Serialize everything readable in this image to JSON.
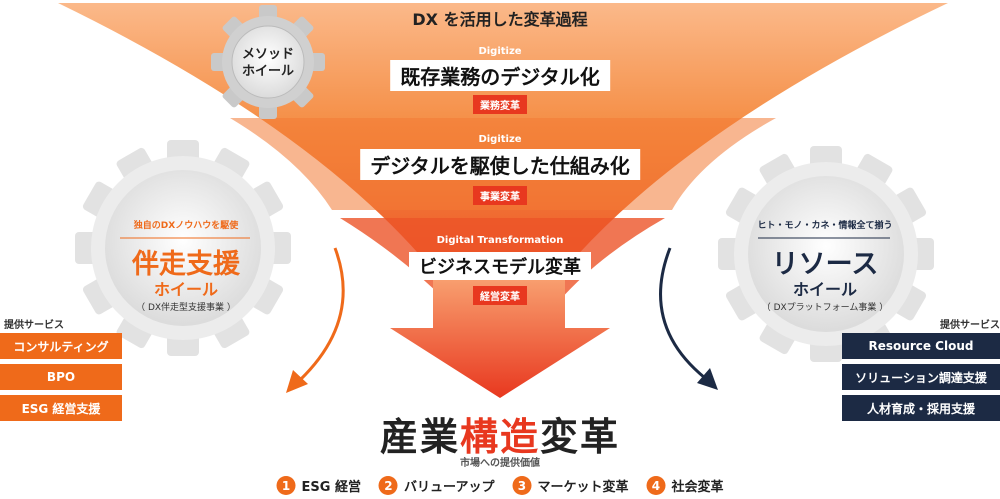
{
  "colors": {
    "orange": "#ef6a1a",
    "red": "#e8381f",
    "navy": "#1c2a44"
  },
  "funnel": {
    "title": "DX を活用した変革過程",
    "stages": [
      {
        "sub": "Digitize",
        "main": "既存業務のデジタル化",
        "tag": "業務変革"
      },
      {
        "sub": "Digitize",
        "main": "デジタルを駆使した仕組み化",
        "tag": "事業変革"
      },
      {
        "sub": "Digital Transformation",
        "main": "ビジネスモデル変革",
        "tag": "経営変革"
      }
    ]
  },
  "method_gear": {
    "line1": "メソッド",
    "line2": "ホイール"
  },
  "left_gear": {
    "top": "独自のDXノウハウを駆使",
    "main": "伴走支援",
    "sub": "ホイール",
    "note": "（ DX伴走型支援事業 ）"
  },
  "right_gear": {
    "top": "ヒト・モノ・カネ・情報全て揃う",
    "main": "リソース",
    "sub": "ホイール",
    "note": "（ DXプラットフォーム事業 ）"
  },
  "left_services": {
    "label": "提供サービス",
    "items": [
      "コンサルティング",
      "BPO",
      "ESG 経営支援"
    ]
  },
  "right_services": {
    "label": "提供サービス",
    "items": [
      "Resource Cloud",
      "ソリューション調達支援",
      "人材育成・採用支援"
    ]
  },
  "result": {
    "part1": "産業",
    "part2": "構造",
    "part3": "変革",
    "sub": "市場への提供価値"
  },
  "values": [
    {
      "num": "1",
      "label": "ESG 経営"
    },
    {
      "num": "2",
      "label": "バリューアップ"
    },
    {
      "num": "3",
      "label": "マーケット変革"
    },
    {
      "num": "4",
      "label": "社会変革"
    }
  ]
}
